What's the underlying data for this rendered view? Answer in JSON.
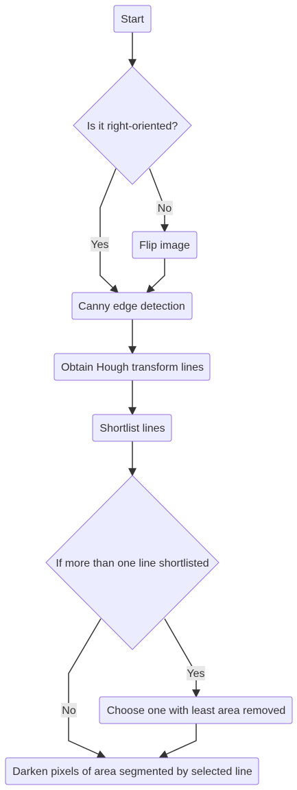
{
  "colors": {
    "node_fill": "#ECECFF",
    "node_stroke": "#9370DB",
    "edge": "#333333",
    "label_bg": "#E8E8E8",
    "text": "#333333"
  },
  "nodes": {
    "start": "Start",
    "right_oriented": "Is it right-oriented?",
    "flip_image": "Flip image",
    "canny": "Canny edge detection",
    "hough": "Obtain Hough transform lines",
    "shortlist": "Shortlist lines",
    "more_than_one": "If more than one line shortlisted",
    "choose_least": "Choose one with least area removed",
    "darken": "Darken pixels of area segmented by selected line"
  },
  "edge_labels": {
    "oriented_yes": "Yes",
    "oriented_no": "No",
    "multi_yes": "Yes",
    "multi_no": "No"
  }
}
